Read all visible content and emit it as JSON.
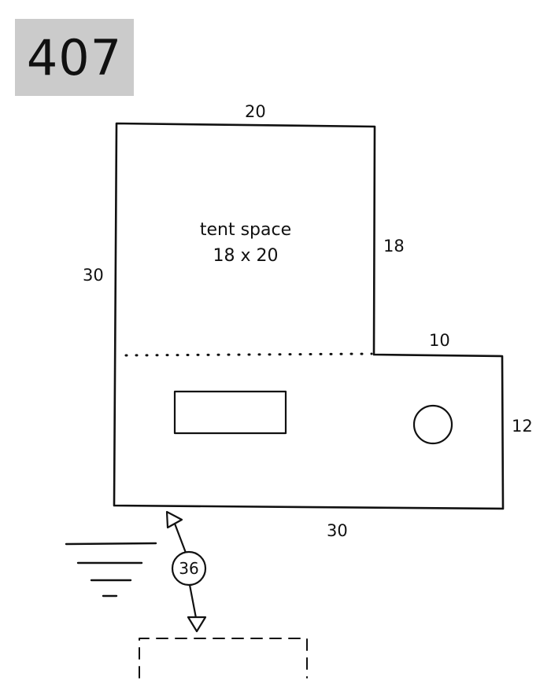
{
  "site": {
    "number": "407"
  },
  "tent_space": {
    "label": "tent space",
    "size": "18 x 20"
  },
  "dimensions": {
    "top_width": "20",
    "left_height": "30",
    "tent_right_height": "18",
    "step_width": "10",
    "pad_right_height": "12",
    "bottom_width": "30"
  },
  "distance_to_parking": "36",
  "icons": {
    "table": "picnic-table-icon",
    "fire_ring": "fire-ring-icon",
    "water": "water-edge-icon",
    "arrow": "double-arrow-icon",
    "parking": "parking-outline-icon"
  },
  "colors": {
    "ink": "#111111",
    "badge": "#cbcbcb",
    "background": "#ffffff"
  }
}
